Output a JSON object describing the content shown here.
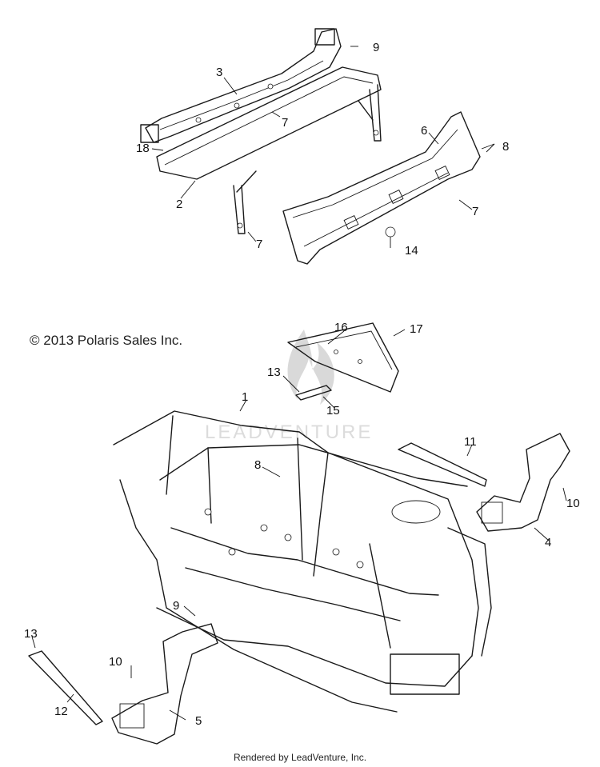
{
  "copyright": "© 2013 Polaris Sales Inc.",
  "footer": "Rendered by LeadVenture, Inc.",
  "watermark": "LEADVENTURE",
  "callouts": {
    "c1": "1",
    "c2": "2",
    "c3": "3",
    "c4": "4",
    "c5": "5",
    "c6": "6",
    "c7a": "7",
    "c7b": "7",
    "c7c": "7",
    "c8a": "8",
    "c8b": "8",
    "c9a": "9",
    "c9b": "9",
    "c10a": "10",
    "c10b": "10",
    "c11": "11",
    "c12": "12",
    "c13a": "13",
    "c13b": "13",
    "c14": "14",
    "c15": "15",
    "c16": "16",
    "c17": "17",
    "c18": "18"
  }
}
